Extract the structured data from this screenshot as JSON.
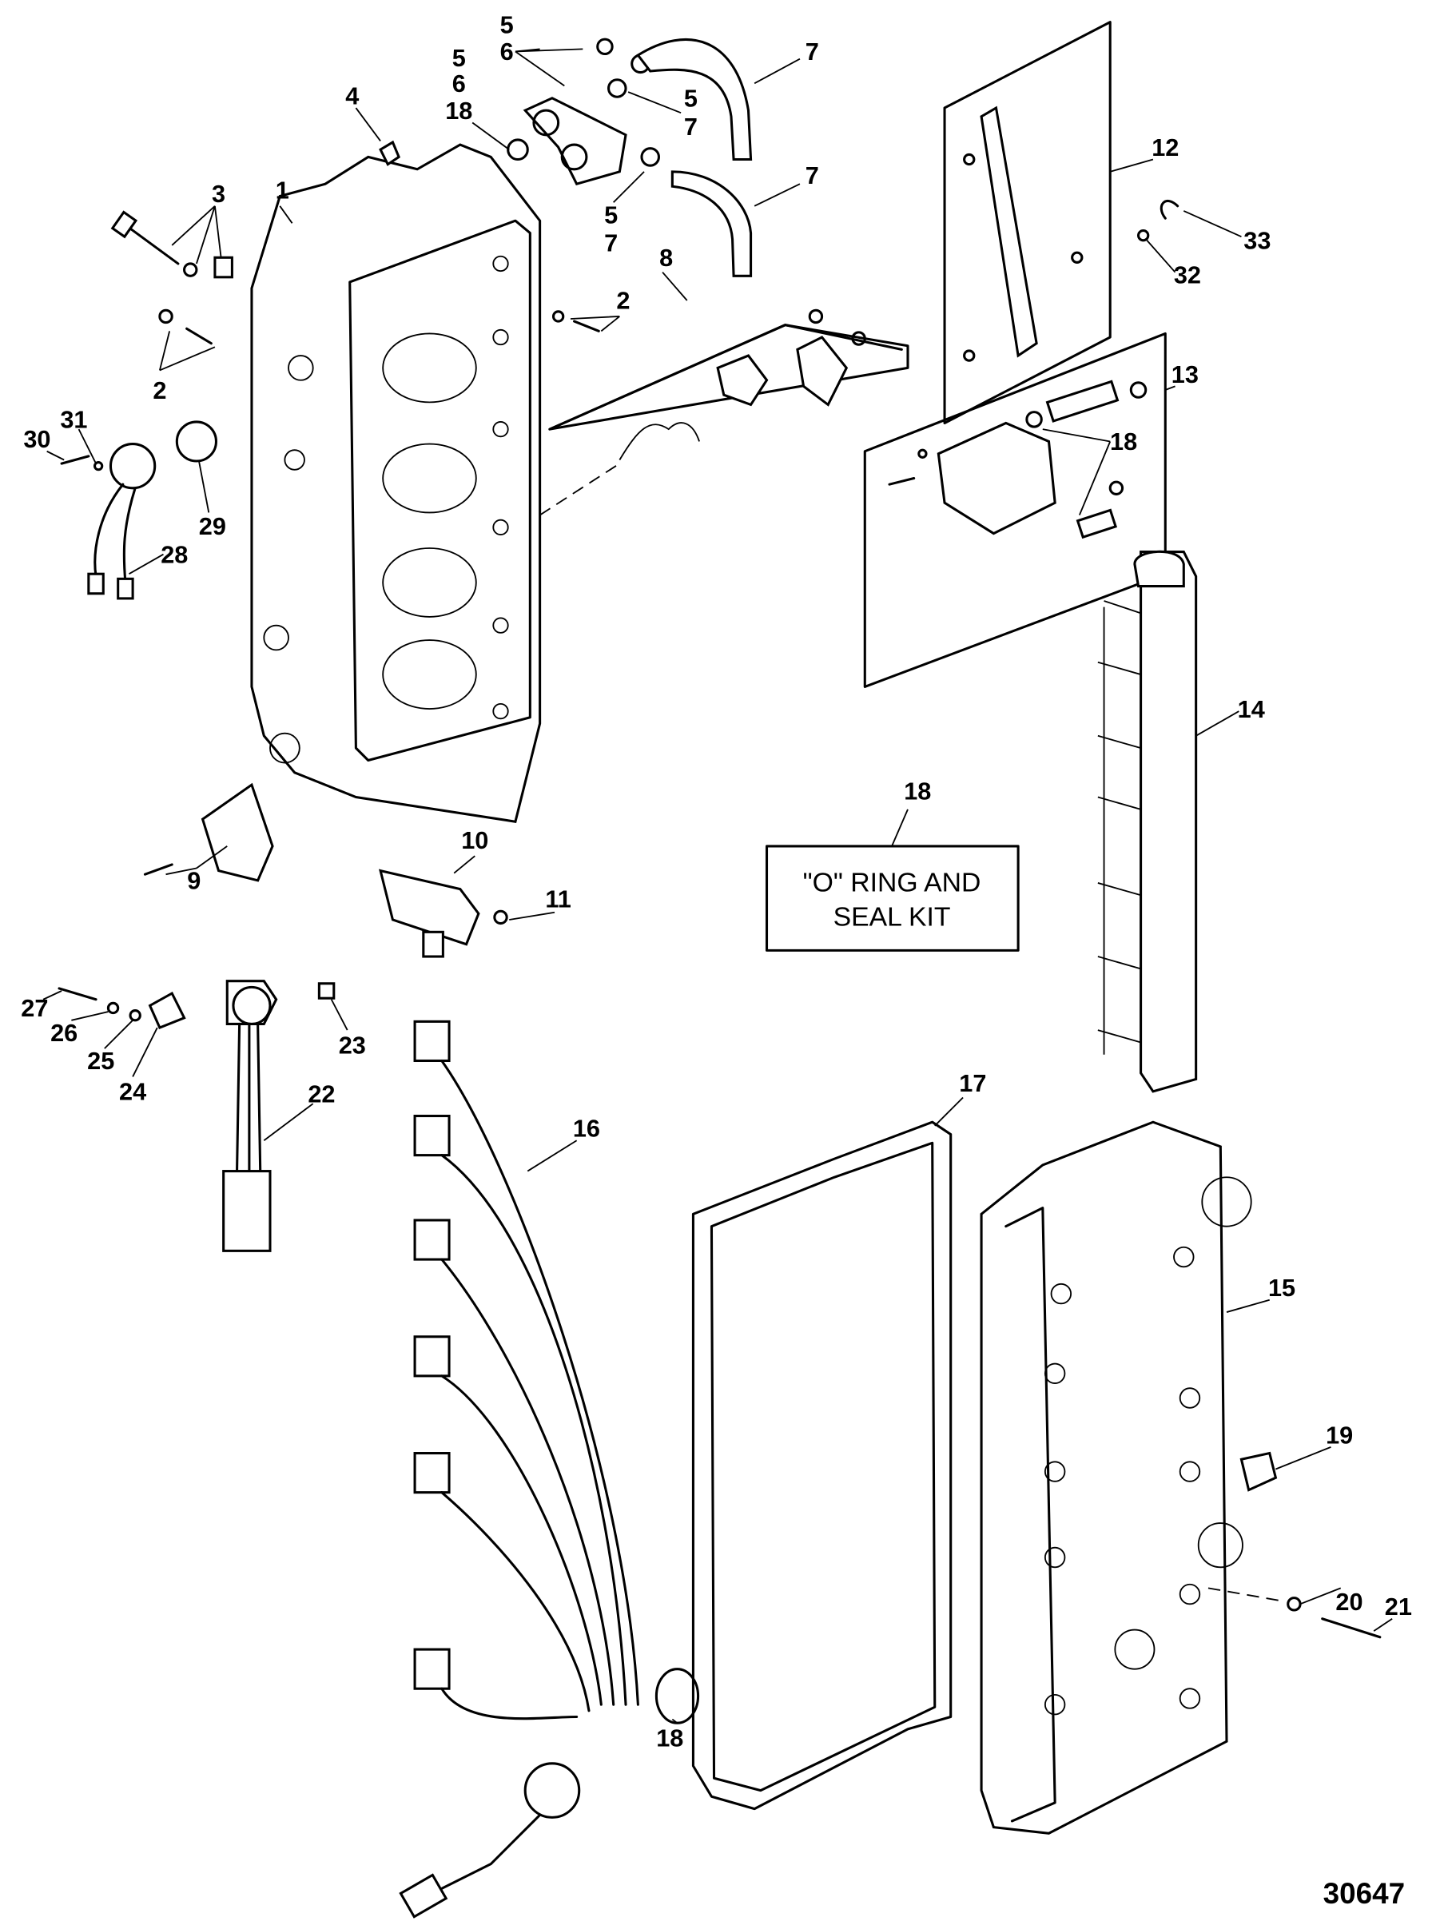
{
  "callouts": [
    "1",
    "2",
    "2",
    "3",
    "4",
    "5",
    "6",
    "5",
    "6",
    "18",
    "5",
    "7",
    "5",
    "7",
    "7",
    "7",
    "8",
    "9",
    "10",
    "11",
    "12",
    "13",
    "14",
    "15",
    "16",
    "17",
    "18",
    "18",
    "18",
    "19",
    "20",
    "21",
    "22",
    "23",
    "24",
    "25",
    "26",
    "27",
    "28",
    "29",
    "30",
    "31",
    "32",
    "33"
  ],
  "kit_box": {
    "line1": "\"O\" RING AND",
    "line2": "SEAL KIT"
  },
  "figure_number": "30647"
}
